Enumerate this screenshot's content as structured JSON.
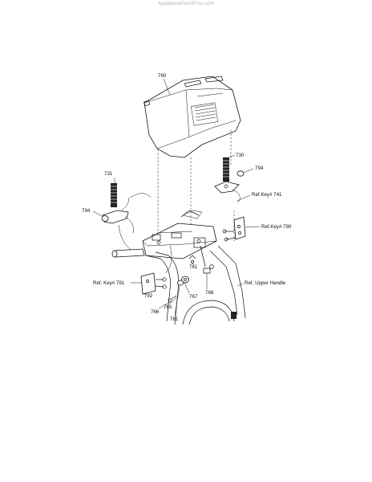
{
  "watermark": "AppliancePartsPros.com",
  "labels": {
    "l760": "760",
    "l730": "730",
    "l794a": "794",
    "l731": "731",
    "l794b": "794",
    "l741": "Ref.Key# 741",
    "l790": "Ref.Key# 790",
    "l761a": "761",
    "l792": "792",
    "l791": "Ref. Key# 791",
    "l767": "767",
    "l768": "768",
    "l765": "765",
    "l766": "766",
    "l761b": "761",
    "lhandle": "Ref. Upper Handle"
  }
}
